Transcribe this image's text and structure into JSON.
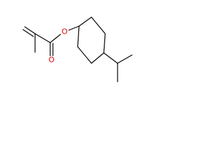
{
  "molecule": {
    "atoms": [
      {
        "id": "ester_o",
        "label": "O",
        "color": "#e00000"
      },
      {
        "id": "carbonyl_o",
        "label": "O",
        "color": "#e00000"
      }
    ],
    "bond_color": "#000000"
  }
}
